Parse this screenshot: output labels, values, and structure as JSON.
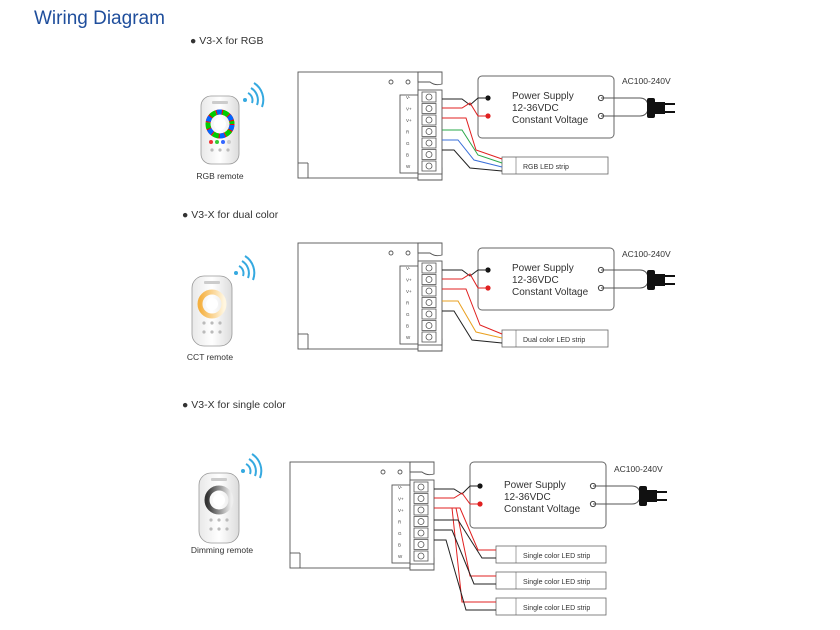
{
  "title": "Wiring Diagram",
  "sections": [
    {
      "label": "● V3-X for RGB",
      "remote_label": "RGB remote",
      "strips": [
        "RGB LED strip"
      ]
    },
    {
      "label": "● V3-X for dual color",
      "remote_label": "CCT remote",
      "strips": [
        "Dual color LED strip"
      ]
    },
    {
      "label": "● V3-X for single color",
      "remote_label": "Dimming remote",
      "strips": [
        "Single color LED strip",
        "Single color LED strip",
        "Single color LED strip"
      ]
    }
  ],
  "power_supply": {
    "line1": "Power Supply",
    "line2": "12-36VDC",
    "line3": "Constant Voltage"
  },
  "ac_label": "AC100-240V",
  "terminal_labels": [
    "V-",
    "V+",
    "V+",
    "R",
    "G",
    "B",
    "W"
  ],
  "colors": {
    "title": "#1f4e9c",
    "red_wire": "#e02020",
    "black_wire": "#222222",
    "green_wire": "#2aa84a",
    "blue_wire": "#3a6fd8",
    "outline": "#555555"
  }
}
